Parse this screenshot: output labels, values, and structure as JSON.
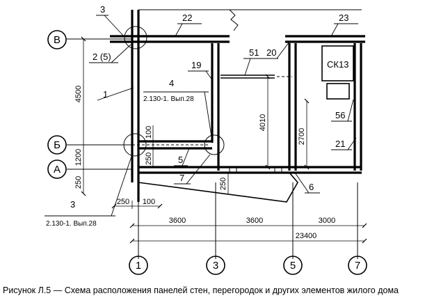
{
  "axes": {
    "horizontal": [
      "В",
      "Б",
      "А"
    ],
    "vertical": [
      "1",
      "3",
      "5",
      "7"
    ]
  },
  "labels": {
    "node_3_top": "3",
    "node_2_5": "2 (5)",
    "wall_1": "1",
    "wall_22": "22",
    "wall_23": "23",
    "wall_19": "19",
    "part_51": "51",
    "node_20": "20",
    "unit_ck13": "СК13",
    "node_56": "56",
    "wall_21": "21",
    "node_4": "4",
    "ref_4": "2.130-1. Вып.28",
    "part_5": "5",
    "node_7": "7",
    "node_6": "6",
    "node_3_bottom": "3",
    "ref_3": "2.130-1. Вып.28"
  },
  "dimensions": {
    "v_4500": "4500",
    "v_1200": "1200",
    "v_250_left": "250",
    "v_100": "100",
    "v_250_mid": "250",
    "v_4010": "4010",
    "v_2700": "2700",
    "v_250_bottom": "250",
    "h_250": "250",
    "h_100": "100",
    "h_3600_a": "3600",
    "h_3600_b": "3600",
    "h_3000": "3000",
    "h_23400": "23400"
  },
  "caption": "Рисунок  Л.5 — Схема расположения панелей стен, перегородок и других элементов жилого дома"
}
